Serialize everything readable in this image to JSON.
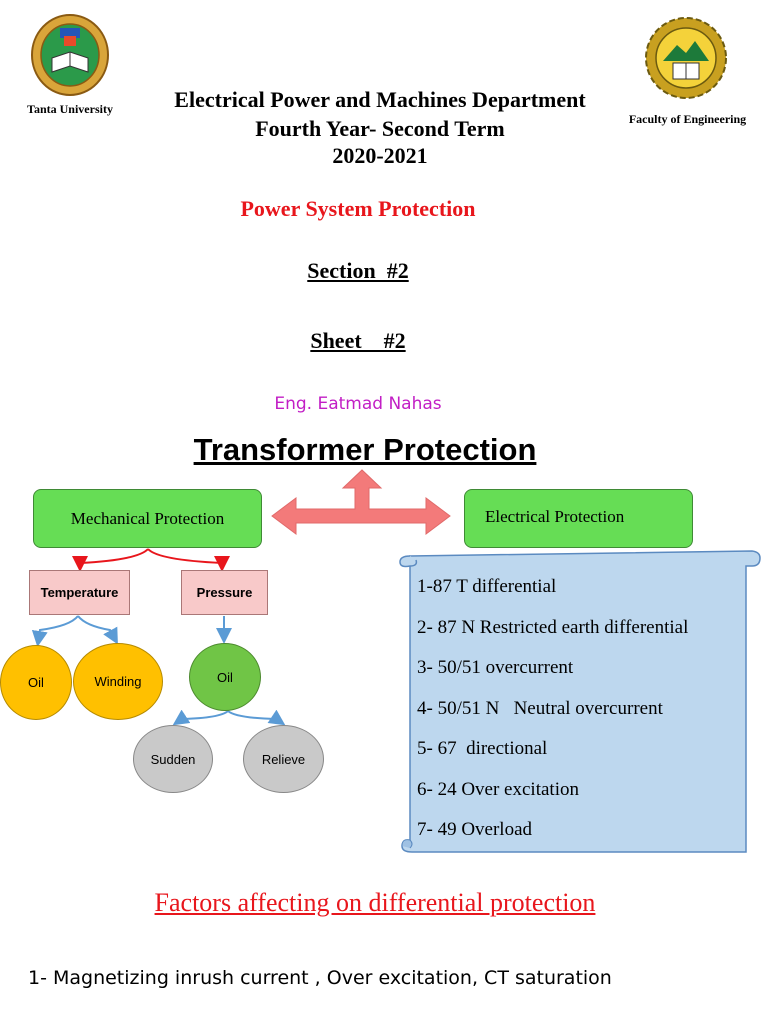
{
  "header": {
    "university": "Tanta University",
    "faculty": "Faculty of Engineering",
    "department": "Electrical Power and Machines Department",
    "year_term": "Fourth Year- Second Term",
    "academic_year": "2020-2021"
  },
  "course": "Power System Protection",
  "section": "Section  #2",
  "sheet": "Sheet    #2",
  "instructor": "Eng. Eatmad Nahas",
  "diagram": {
    "title": "Transformer Protection",
    "mechanical": {
      "label": "Mechanical Protection",
      "temperature": {
        "label": "Temperature",
        "children": [
          "Oil",
          "Winding"
        ]
      },
      "pressure": {
        "label": "Pressure",
        "oil": "Oil",
        "children": [
          "Sudden",
          "Relieve"
        ]
      }
    },
    "electrical": {
      "label": "Electrical Protection",
      "items": [
        "1-87 T differential",
        "2- 87 N Restricted earth differential",
        "3- 50/51 overcurrent",
        "4- 50/51 N   Neutral overcurrent",
        "5- 67  directional",
        "6- 24 Over excitation",
        "7- 49 Overload"
      ]
    }
  },
  "factors": {
    "title": "Factors affecting on differential protection",
    "items": [
      "1- Magnetizing inrush current , Over excitation, CT saturation"
    ]
  },
  "colors": {
    "red_text": "#e8161c",
    "magenta_text": "#c21ec5",
    "green_box": "#66dd55",
    "pink_box": "#f8c9c9",
    "yellow_ellipse": "#ffc000",
    "green_ellipse": "#70c546",
    "gray_ellipse": "#c9c9c9",
    "scroll_fill": "#bdd7ee",
    "arrow_fill": "#f37a7a"
  }
}
